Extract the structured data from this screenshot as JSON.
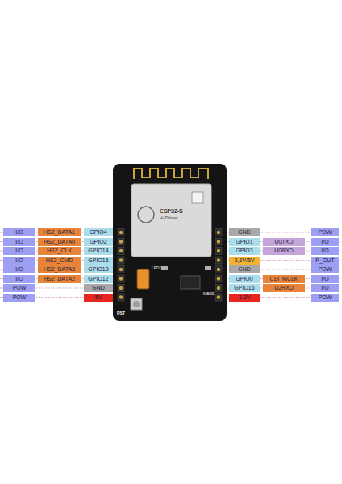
{
  "diagram": {
    "nodes": [
      {
        "text": [
          "I/O"
        ]
      },
      {
        "text": [
          "HS2_DATA1"
        ]
      },
      {
        "text": [
          "GPIO4"
        ]
      },
      {
        "text": [
          "GND"
        ]
      },
      {
        "text": [
          "POW"
        ]
      },
      {
        "text": [
          "I/O"
        ]
      },
      {
        "text": [
          "HS2_DATA0"
        ]
      },
      {
        "text": [
          "GPIO2"
        ]
      },
      {
        "text": [
          "GPIO1"
        ]
      },
      {
        "text": [
          "U0TXD"
        ]
      },
      {
        "text": [
          "I/O"
        ]
      },
      {
        "text": [
          "I/O"
        ]
      },
      {
        "text": [
          "HS2_CLK"
        ]
      },
      {
        "text": [
          "GPIO14"
        ]
      },
      {
        "text": [
          "GPIO3"
        ]
      },
      {
        "text": [
          "U0RXD"
        ]
      },
      {
        "text": [
          "I/O"
        ]
      },
      {
        "text": [
          "I/O"
        ]
      },
      {
        "text": [
          "HS2_CMD"
        ]
      },
      {
        "text": [
          "GPIO15"
        ]
      },
      {
        "text": [
          "3,3V/5V"
        ]
      },
      {
        "text": [
          "P_OUT"
        ]
      },
      {
        "text": [
          "I/O"
        ]
      },
      {
        "text": [
          "HS2_DATA3"
        ]
      },
      {
        "text": [
          "GPIO13"
        ]
      },
      {
        "text": [
          "GND"
        ]
      },
      {
        "text": [
          "POW"
        ]
      },
      {
        "text": [
          "I/O"
        ]
      },
      {
        "text": [
          "HS2_DATA2"
        ]
      },
      {
        "text": [
          "GPIO12"
        ]
      },
      {
        "text": [
          "GPIO0"
        ]
      },
      {
        "text": [
          "CSI_MCLK"
        ]
      },
      {
        "text": [
          "I/O"
        ]
      },
      {
        "text": [
          "POW"
        ]
      },
      {
        "text": [
          "GND"
        ]
      },
      {
        "text": [
          "GPIO16"
        ]
      },
      {
        "text": [
          "U2RXD"
        ]
      },
      {
        "text": [
          "I/O"
        ]
      },
      {
        "text": [
          "POW"
        ]
      },
      {
        "text": [
          "5V"
        ]
      },
      {
        "text": [
          "3.3V"
        ]
      },
      {
        "text": [
          "POW"
        ]
      }
    ],
    "labels": [
      "ESP32-S",
      "Ai-Thinker",
      "RST",
      "LED1",
      "MB0S"
    ]
  }
}
